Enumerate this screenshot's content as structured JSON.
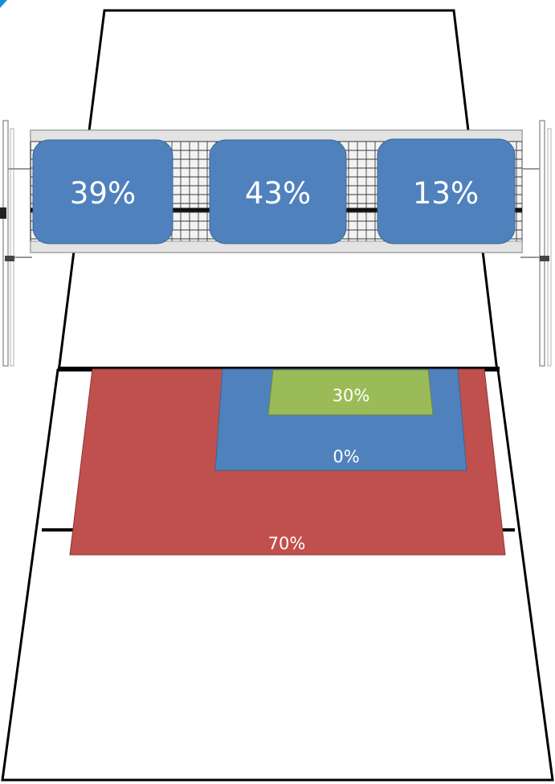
{
  "colors": {
    "net_box": "#4f81bd",
    "zone_deep": "#c0504d",
    "zone_mid": "#4f81bd",
    "zone_short": "#9bbb59",
    "court_line": "#000000"
  },
  "net_zones": [
    {
      "id": "left",
      "label": "39%"
    },
    {
      "id": "middle",
      "label": "43%"
    },
    {
      "id": "right",
      "label": "13%"
    }
  ],
  "court_zones": [
    {
      "id": "deep",
      "label": "70%",
      "color": "#c0504d"
    },
    {
      "id": "mid",
      "label": "0%",
      "color": "#4f81bd"
    },
    {
      "id": "short",
      "label": "30%",
      "color": "#9bbb59"
    }
  ]
}
